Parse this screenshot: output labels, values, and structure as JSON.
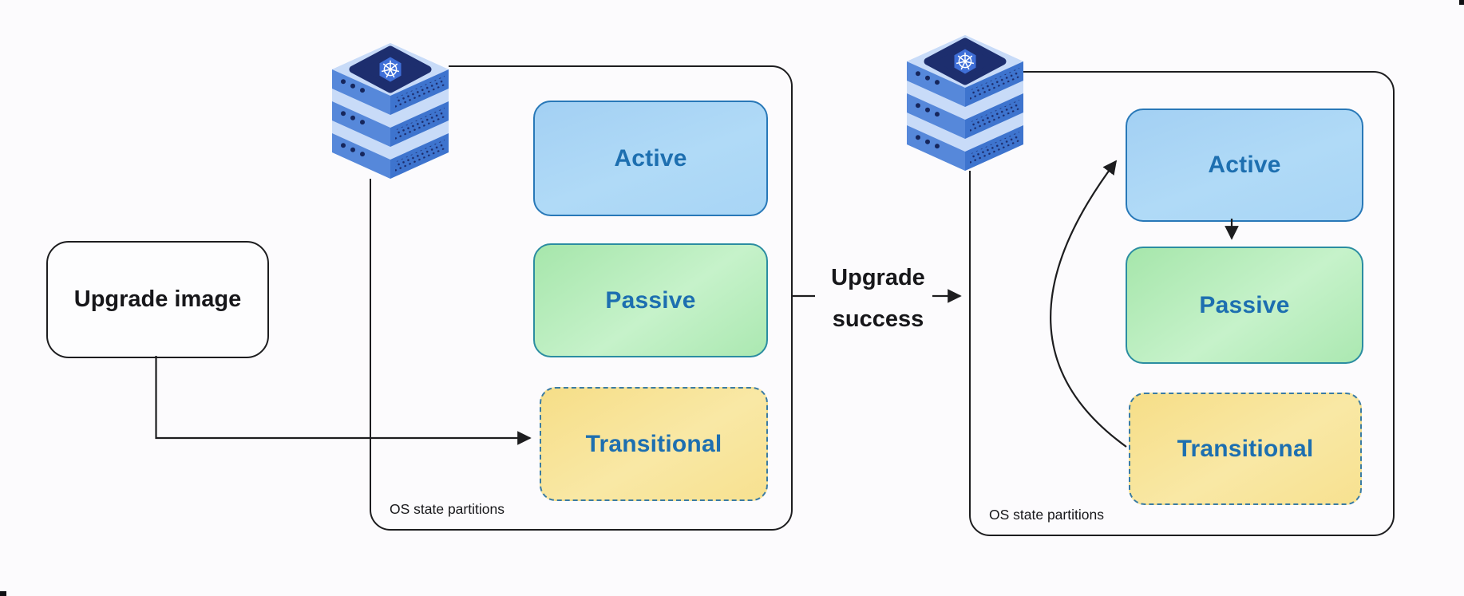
{
  "canvas": {
    "background": "#fcfbfd"
  },
  "upgrade_image_box": {
    "label": "Upgrade image"
  },
  "transition_arrow": {
    "line1": "Upgrade",
    "line2": "success"
  },
  "clusters": [
    {
      "caption": "OS state partitions",
      "server_icon": "kubernetes-server-stack",
      "partitions": [
        {
          "label": "Active",
          "fill": "#a8d4f5",
          "border": "#2878b8",
          "border_style": "solid"
        },
        {
          "label": "Passive",
          "fill": "#aee9b4",
          "border": "#2b8da1",
          "border_style": "solid"
        },
        {
          "label": "Transitional",
          "fill": "#f7e190",
          "border": "#3a7ba3",
          "border_style": "dashed"
        }
      ]
    },
    {
      "caption": "OS state partitions",
      "server_icon": "kubernetes-server-stack",
      "partitions": [
        {
          "label": "Active",
          "fill": "#a8d4f5",
          "border": "#2878b8",
          "border_style": "solid"
        },
        {
          "label": "Passive",
          "fill": "#aee9b4",
          "border": "#2b8da1",
          "border_style": "solid"
        },
        {
          "label": "Transitional",
          "fill": "#f7e190",
          "border": "#3a7ba3",
          "border_style": "dashed"
        }
      ]
    }
  ],
  "colors": {
    "connector_line": "#1d1d1f",
    "partition_label_text": "#1d6fb0",
    "container_border": "#1d1d1f"
  }
}
